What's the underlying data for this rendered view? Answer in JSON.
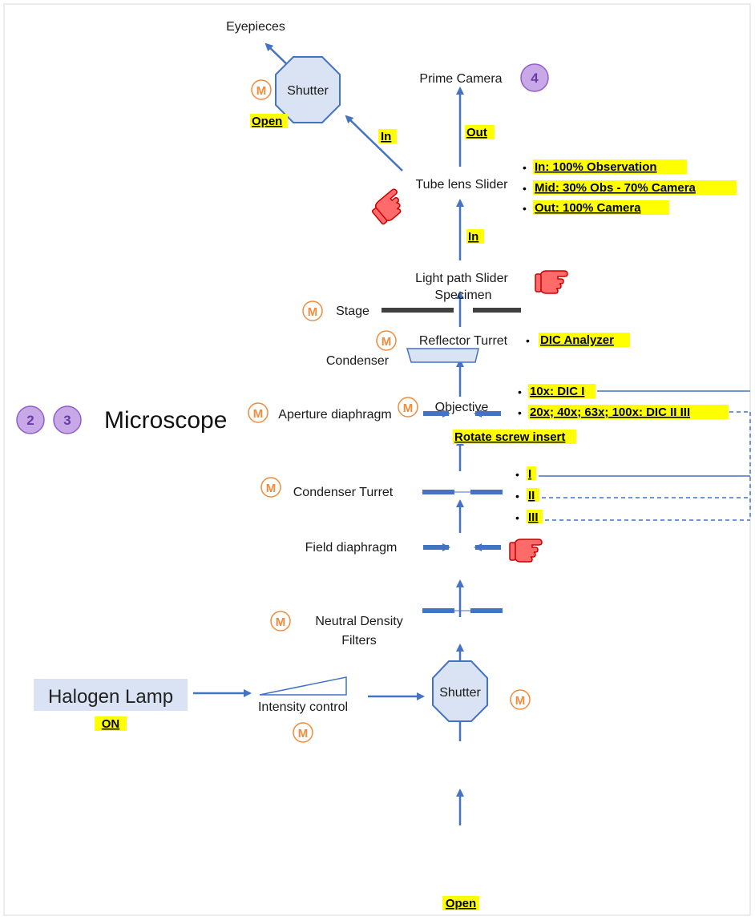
{
  "title": "Microscope",
  "colors": {
    "arrow": "#4472c4",
    "highlight": "#ffff00",
    "motor_badge": "#f08c3c",
    "step_badge_fill": "#c9a8e8",
    "step_badge_stroke": "#8e5fc8",
    "step_badge_text": "#6a3aa8",
    "shutter_fill": "#dae3f3",
    "stage_bar": "#404040",
    "hand_icon": "#ff4d4d"
  },
  "step_badges": {
    "a": "2",
    "b": "3",
    "c": "4"
  },
  "motor_symbol": "M",
  "bullet_symbol": "•",
  "nodes": {
    "halogen_lamp": "Halogen Lamp",
    "lamp_state": "ON",
    "intensity_control": "Intensity control",
    "bottom_shutter": "Shutter",
    "bottom_shutter_state": "Open",
    "nd_filters_line1": "Neutral Density",
    "nd_filters_line2": "Filters",
    "field_diaphragm": "Field diaphragm",
    "condenser_turret": "Condenser Turret",
    "aperture_diaphragm": "Aperture diaphragm",
    "condenser": "Condenser",
    "stage": "Stage",
    "specimen": "Specimen",
    "objective": "Objective",
    "reflector_turret": "Reflector Turret",
    "light_path_slider": "Light path Slider",
    "tube_lens_slider": "Tube lens Slider",
    "prime_camera": "Prime Camera",
    "top_shutter": "Shutter",
    "top_shutter_state": "Open",
    "eyepieces": "Eyepieces"
  },
  "path_labels": {
    "light_path_in": "In",
    "tube_to_camera": "Out",
    "tube_to_eyepiece": "In"
  },
  "tube_lens_options": [
    "In: 100% Observation",
    "Mid: 30% Obs - 70% Camera",
    "Out: 100% Camera"
  ],
  "reflector_option": "DIC Analyzer",
  "objective_options": [
    "10x: DIC I",
    "20x; 40x; 63x; 100x:  DIC II III"
  ],
  "objective_note": "Rotate screw insert",
  "condenser_options": [
    "I",
    "II",
    "III"
  ]
}
